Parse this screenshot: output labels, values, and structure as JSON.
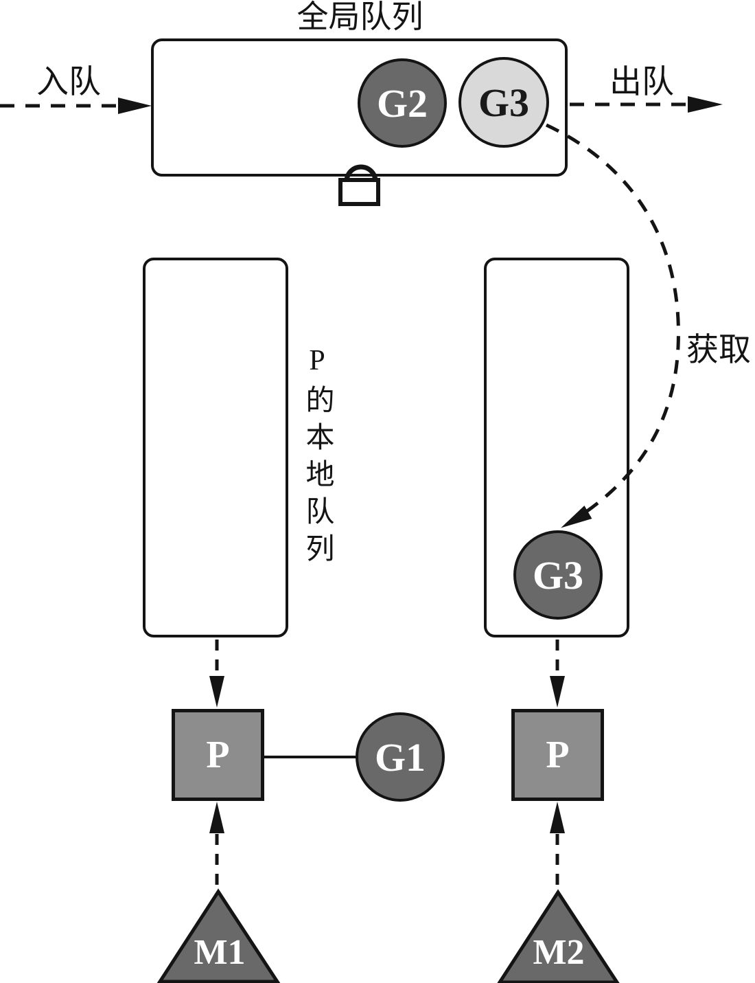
{
  "labels": {
    "title": "全局队列",
    "enqueue": "入队",
    "dequeue": "出队",
    "acquire": "获取",
    "local_queue_caption": "P的本地队列"
  },
  "nodes": {
    "g2": {
      "label": "G2",
      "fill": "#696969",
      "text_color": "#ffffff"
    },
    "g3_global": {
      "label": "G3",
      "fill": "#d9d9d9",
      "text_color": "#1a1a1a"
    },
    "g3_local": {
      "label": "G3",
      "fill": "#696969",
      "text_color": "#ffffff"
    },
    "g1": {
      "label": "G1",
      "fill": "#696969",
      "text_color": "#ffffff"
    },
    "p_left": {
      "label": "P",
      "fill": "#8d8d8d",
      "text_color": "#ffffff"
    },
    "p_right": {
      "label": "P",
      "fill": "#8d8d8d",
      "text_color": "#ffffff"
    },
    "m1": {
      "label": "M1",
      "fill": "#696969",
      "text_color": "#ffffff"
    },
    "m2": {
      "label": "M2",
      "fill": "#696969",
      "text_color": "#ffffff"
    }
  },
  "icons": {
    "lock": "lock-icon"
  },
  "colors": {
    "outline": "#141414",
    "node_dark": "#696969",
    "node_light": "#d9d9d9",
    "processor": "#8d8d8d",
    "machine": "#696969",
    "background": "#ffffff"
  }
}
